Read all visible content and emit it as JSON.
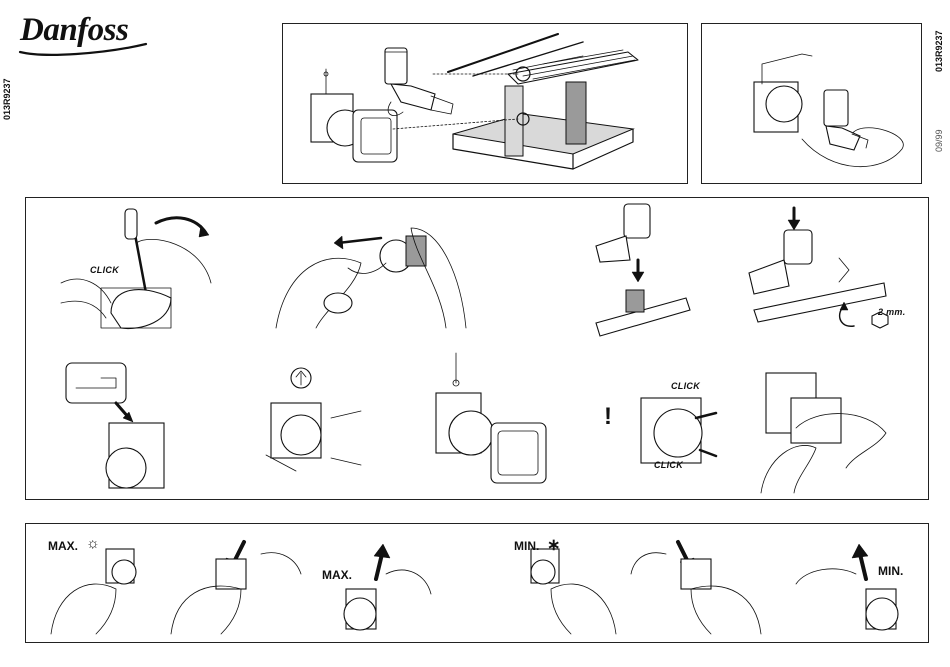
{
  "brand": {
    "logo_text": "Danfoss"
  },
  "side_codes": {
    "left": "013R9237",
    "right_code": "013R9237",
    "right_date": "09/99"
  },
  "row2_labels": {
    "click_1": "CLICK",
    "hex_size": "2 mm.",
    "click_2": "CLICK",
    "click_3": "CLICK",
    "exclamation": "!"
  },
  "row3_labels": {
    "max_sun": "MAX.",
    "max": "MAX.",
    "min_star": "MIN.",
    "min": "MIN."
  },
  "icons": {
    "sun_symbol": "☼",
    "star_symbol": "∗"
  }
}
